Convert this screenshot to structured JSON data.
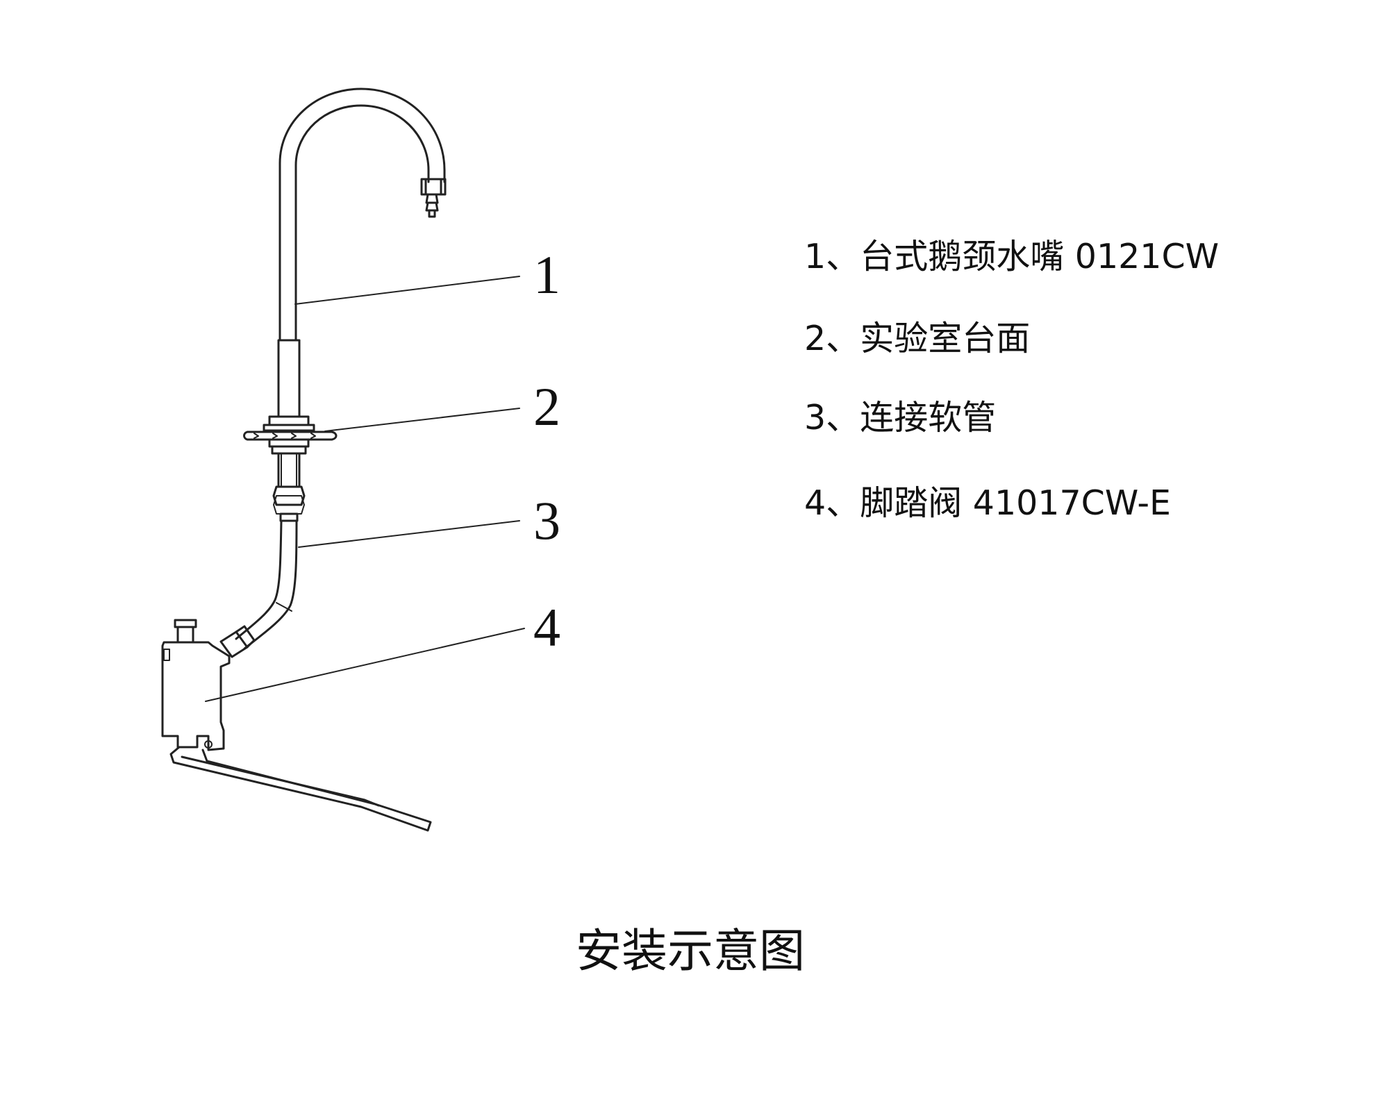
{
  "callouts": [
    "1",
    "2",
    "3",
    "4"
  ],
  "legend": [
    {
      "num": "1、",
      "text": "台式鹅颈水嘴 0121CW"
    },
    {
      "num": "2、",
      "text": "实验室台面"
    },
    {
      "num": "3、",
      "text": "连接软管"
    },
    {
      "num": "4、",
      "text": "脚踏阀  41017CW-E"
    }
  ],
  "caption": "安装示意图",
  "colors": {
    "line": "#222222",
    "background": "#ffffff"
  }
}
